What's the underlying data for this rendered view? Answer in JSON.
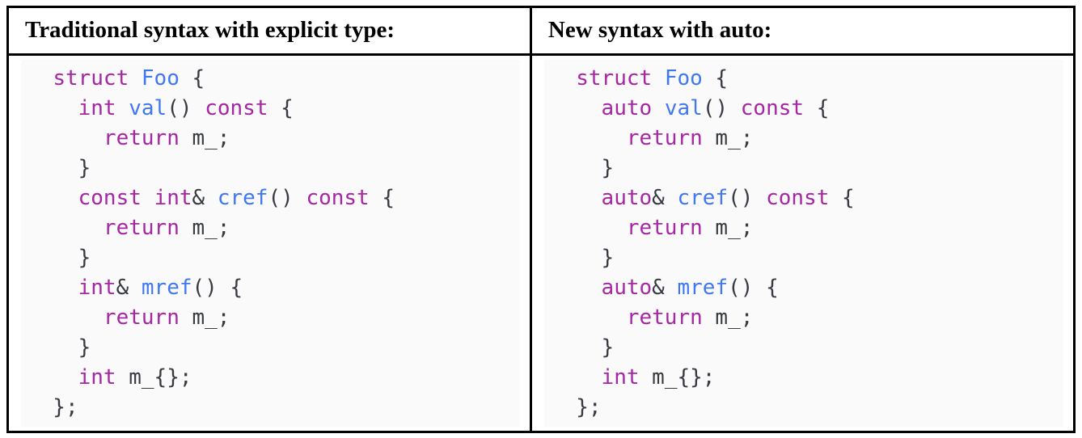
{
  "colors": {
    "keyword": "#a626a4",
    "identifier": "#4078f2",
    "plain": "#383a42",
    "code_bg": "#fafafa",
    "border": "#000000",
    "header_text": "#000000"
  },
  "table": {
    "columns": [
      {
        "header": "Traditional syntax with explicit type:",
        "code_lines": [
          [
            {
              "t": "  "
            },
            {
              "t": "struct",
              "c": "kw"
            },
            {
              "t": " "
            },
            {
              "t": "Foo",
              "c": "fn"
            },
            {
              "t": " {"
            }
          ],
          [
            {
              "t": "    "
            },
            {
              "t": "int",
              "c": "kw"
            },
            {
              "t": " "
            },
            {
              "t": "val",
              "c": "fn"
            },
            {
              "t": "() "
            },
            {
              "t": "const",
              "c": "kw"
            },
            {
              "t": " {"
            }
          ],
          [
            {
              "t": "      "
            },
            {
              "t": "return",
              "c": "kw"
            },
            {
              "t": " m_;"
            }
          ],
          [
            {
              "t": "    }"
            }
          ],
          [
            {
              "t": "    "
            },
            {
              "t": "const",
              "c": "kw"
            },
            {
              "t": " "
            },
            {
              "t": "int",
              "c": "kw"
            },
            {
              "t": "& "
            },
            {
              "t": "cref",
              "c": "fn"
            },
            {
              "t": "() "
            },
            {
              "t": "const",
              "c": "kw"
            },
            {
              "t": " {"
            }
          ],
          [
            {
              "t": "      "
            },
            {
              "t": "return",
              "c": "kw"
            },
            {
              "t": " m_;"
            }
          ],
          [
            {
              "t": "    }"
            }
          ],
          [
            {
              "t": "    "
            },
            {
              "t": "int",
              "c": "kw"
            },
            {
              "t": "& "
            },
            {
              "t": "mref",
              "c": "fn"
            },
            {
              "t": "() {"
            }
          ],
          [
            {
              "t": "      "
            },
            {
              "t": "return",
              "c": "kw"
            },
            {
              "t": " m_;"
            }
          ],
          [
            {
              "t": "    }"
            }
          ],
          [
            {
              "t": "    "
            },
            {
              "t": "int",
              "c": "kw"
            },
            {
              "t": " m_{};"
            }
          ],
          [
            {
              "t": "  };"
            }
          ]
        ]
      },
      {
        "header": "New syntax with auto:",
        "code_lines": [
          [
            {
              "t": "  "
            },
            {
              "t": "struct",
              "c": "kw"
            },
            {
              "t": " "
            },
            {
              "t": "Foo",
              "c": "fn"
            },
            {
              "t": " {"
            }
          ],
          [
            {
              "t": "    "
            },
            {
              "t": "auto",
              "c": "kw"
            },
            {
              "t": " "
            },
            {
              "t": "val",
              "c": "fn"
            },
            {
              "t": "() "
            },
            {
              "t": "const",
              "c": "kw"
            },
            {
              "t": " {"
            }
          ],
          [
            {
              "t": "      "
            },
            {
              "t": "return",
              "c": "kw"
            },
            {
              "t": " m_;"
            }
          ],
          [
            {
              "t": "    }"
            }
          ],
          [
            {
              "t": "    "
            },
            {
              "t": "auto",
              "c": "kw"
            },
            {
              "t": "& "
            },
            {
              "t": "cref",
              "c": "fn"
            },
            {
              "t": "() "
            },
            {
              "t": "const",
              "c": "kw"
            },
            {
              "t": " {"
            }
          ],
          [
            {
              "t": "      "
            },
            {
              "t": "return",
              "c": "kw"
            },
            {
              "t": " m_;"
            }
          ],
          [
            {
              "t": "    }"
            }
          ],
          [
            {
              "t": "    "
            },
            {
              "t": "auto",
              "c": "kw"
            },
            {
              "t": "& "
            },
            {
              "t": "mref",
              "c": "fn"
            },
            {
              "t": "() {"
            }
          ],
          [
            {
              "t": "      "
            },
            {
              "t": "return",
              "c": "kw"
            },
            {
              "t": " m_;"
            }
          ],
          [
            {
              "t": "    }"
            }
          ],
          [
            {
              "t": "    "
            },
            {
              "t": "int",
              "c": "kw"
            },
            {
              "t": " m_{};"
            }
          ],
          [
            {
              "t": "  };"
            }
          ]
        ]
      }
    ]
  }
}
